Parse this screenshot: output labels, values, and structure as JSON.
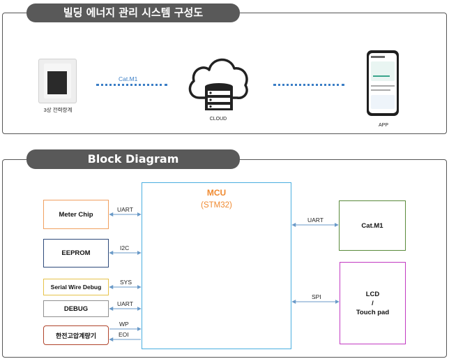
{
  "system_section": {
    "title": "빌딩 에너지 관리 시스템 구성도",
    "meter_label": "3상 전력량계",
    "link_left_label": "Cat.M1",
    "cloud_label": "CLOUD",
    "app_label": "APP"
  },
  "block_section": {
    "title": "Block Diagram",
    "mcu_title": "MCU",
    "mcu_subtitle": "(STM32)",
    "left_blocks": [
      {
        "label": "Meter Chip",
        "bus": "UART",
        "color": "#f0a060"
      },
      {
        "label": "EEPROM",
        "bus": "I2C",
        "color": "#2e4a7a"
      },
      {
        "label": "Serial Wire Debug",
        "bus": "SYS",
        "color": "#e6c24a"
      },
      {
        "label": "DEBUG",
        "bus": "UART",
        "color": "#909090"
      },
      {
        "label": "한전고압계량기",
        "bus_top": "WP",
        "bus_bottom": "EOI",
        "color": "#b0442c"
      }
    ],
    "right_blocks": [
      {
        "label": "Cat.M1",
        "bus": "UART",
        "color": "#5a8a3a"
      },
      {
        "label_line1": "LCD",
        "label_line2": "/",
        "label_line3": "Touch pad",
        "bus": "SPI",
        "color": "#c23ac2"
      }
    ],
    "mcu_color": "#4aaee0",
    "arrow_color": "#6a9ac8"
  }
}
